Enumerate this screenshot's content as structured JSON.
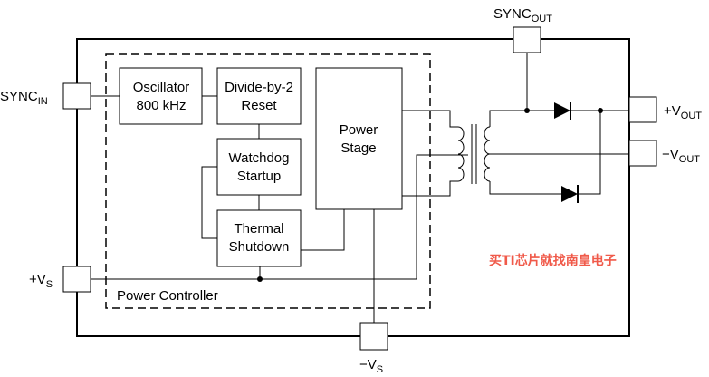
{
  "blocks": {
    "oscillator": [
      "Oscillator",
      "800 kHz"
    ],
    "divider": [
      "Divide-by-2",
      "Reset"
    ],
    "watchdog": [
      "Watchdog",
      "Startup"
    ],
    "thermal": [
      "Thermal",
      "Shutdown"
    ],
    "power_stage": [
      "Power",
      "Stage"
    ]
  },
  "controller_label": "Power Controller",
  "pins": {
    "sync_in": {
      "main": "SYNC",
      "sub": "IN"
    },
    "sync_out": {
      "main": "SYNC",
      "sub": "OUT"
    },
    "vout_pos": {
      "main": "+V",
      "sub": "OUT"
    },
    "vout_neg": {
      "main": "−V",
      "sub": "OUT"
    },
    "vs_pos": {
      "main": "+V",
      "sub": "S"
    },
    "vs_neg": {
      "main": "−V",
      "sub": "S"
    }
  },
  "watermark": "买TI芯片就找南皇电子",
  "colors": {
    "line": "#000000",
    "watermark": "#f05a4a"
  }
}
